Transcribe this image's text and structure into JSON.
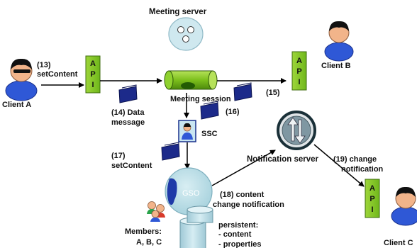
{
  "servers": {
    "meeting": "Meeting server",
    "notification": "Notification server"
  },
  "clients": {
    "a": "Client A",
    "b": "Client B",
    "c": "Client C"
  },
  "api_letters": [
    "A",
    "P",
    "I"
  ],
  "components": {
    "meeting_session": "Meeting session",
    "ssc": "SSC",
    "gso": "GSO"
  },
  "steps": {
    "s13_num": "(13)",
    "s13_text": "setContent",
    "s14_line1": "(14) Data",
    "s14_line2": "message",
    "s15": "(15)",
    "s16": "(16)",
    "s17_num": "(17)",
    "s17_text": "setContent",
    "s18_line1": "(18) content",
    "s18_line2": "change notification",
    "s19_line1": "(19) change",
    "s19_line2": "notification"
  },
  "members": {
    "line1": "Members:",
    "line2": "A, B, C"
  },
  "persistent": {
    "line1": "persistent:",
    "line2": "- content",
    "line3": "- properties"
  },
  "icons": [
    "user-icon",
    "api-box-icon",
    "pipe-icon",
    "message-icon",
    "server-icon",
    "database-icon",
    "sync-arrows-icon",
    "group-icon",
    "globe-icon"
  ]
}
